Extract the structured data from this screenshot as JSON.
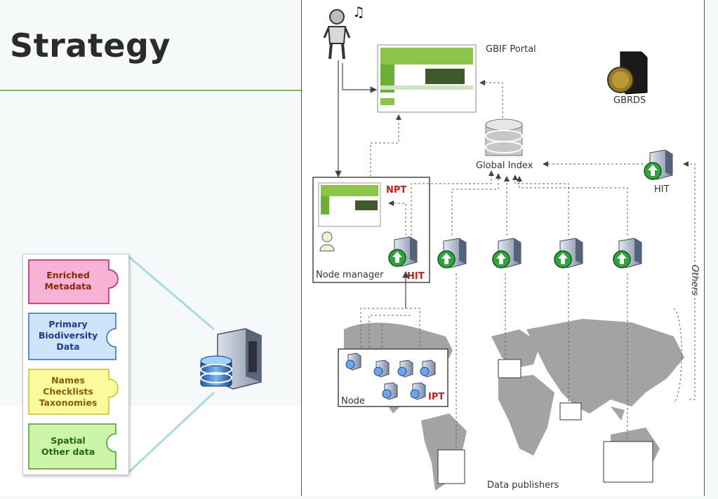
{
  "slide": {
    "title": "Strategy"
  },
  "data_layers": [
    {
      "label_lines": [
        "Enriched",
        "Metadata"
      ],
      "fill": "#f7b3d6",
      "stroke": "#c2186d",
      "text_color": "#8a2a00"
    },
    {
      "label_lines": [
        "Primary",
        "Biodiversity",
        "Data"
      ],
      "fill": "#cfe4fb",
      "stroke": "#2a6fc4",
      "text_color": "#1a3d8f"
    },
    {
      "label_lines": [
        "Names",
        "Checklists",
        "Taxonomies"
      ],
      "fill": "#fbfb9e",
      "stroke": "#c9bd2a",
      "text_color": "#8a5a10"
    },
    {
      "label_lines": [
        "Spatial",
        "Other data"
      ],
      "fill": "#cdf5a8",
      "stroke": "#4e9a2a",
      "text_color": "#1e6b14"
    }
  ],
  "diagram": {
    "gbif_portal": "GBIF Portal",
    "gbrds": "GBRDS",
    "global_index": "Global Index",
    "hit_top": "HIT",
    "npt": "NPT",
    "node_manager": "Node manager",
    "hit_node": "HIT",
    "node": "Node",
    "ipt": "IPT",
    "others": "Others",
    "data_publishers": "Data publishers"
  },
  "icons": [
    "person-icon",
    "music-note-icon",
    "server-icon",
    "database-icon",
    "gbrds-server-icon",
    "world-map-icon",
    "node-manager-icon"
  ]
}
